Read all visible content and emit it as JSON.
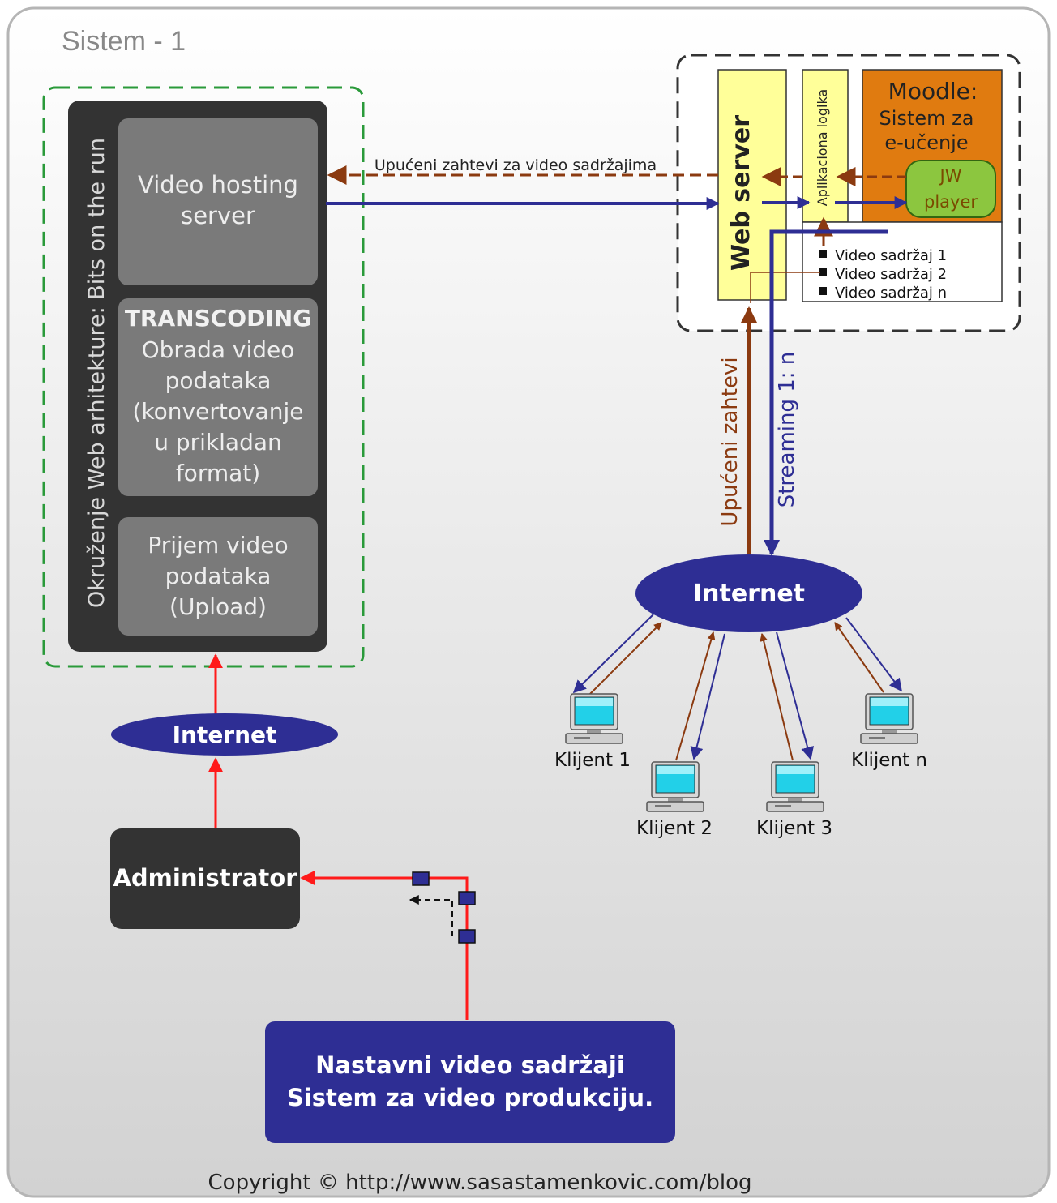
{
  "title": "Sistem - 1",
  "environment_label": "Okruženje Web arhitekture: Bits on the run",
  "video_hosting": [
    "Video hosting",
    "server"
  ],
  "transcoding": {
    "heading": "TRANSCODING",
    "lines": [
      "Obrada video",
      "podataka",
      "(konvertovanje",
      "u prikladan",
      "format)"
    ]
  },
  "upload": [
    "Prijem video",
    "podataka",
    "(Upload)"
  ],
  "internet_left": "Internet",
  "administrator": "Administrator",
  "production": [
    "Nastavni video sadržaji",
    "Sistem za video produkciju."
  ],
  "copyright": "Copyright © http://www.sasastamenkovic.com/blog",
  "requests_label": "Upućeni zahtevi za video sadržajima",
  "web_server": "Web server",
  "app_logic": "Aplikaciona logika",
  "moodle": [
    "Moodle:",
    "Sistem za",
    "e-učenje"
  ],
  "jw_player": [
    "JW",
    "player"
  ],
  "video_items": [
    "Video sadržaj 1",
    "Video sadržaj 2",
    "Video sadržaj n"
  ],
  "requests_vertical": "Upućeni zahtevi",
  "streaming_vertical": "Streaming 1: n",
  "internet_right": "Internet",
  "clients": [
    "Klijent 1",
    "Klijent 2",
    "Klijent 3",
    "Klijent n"
  ],
  "colors": {
    "dark_panel": "#333333",
    "grey_box": "#7a7a7a",
    "navy": "#2e2e94",
    "brown": "#8b3a10",
    "red": "#ff1a1a",
    "yellow": "#ffff99",
    "orange": "#e07b10",
    "green_dash": "#2a9a3a",
    "jw_green": "#8cc63f"
  }
}
